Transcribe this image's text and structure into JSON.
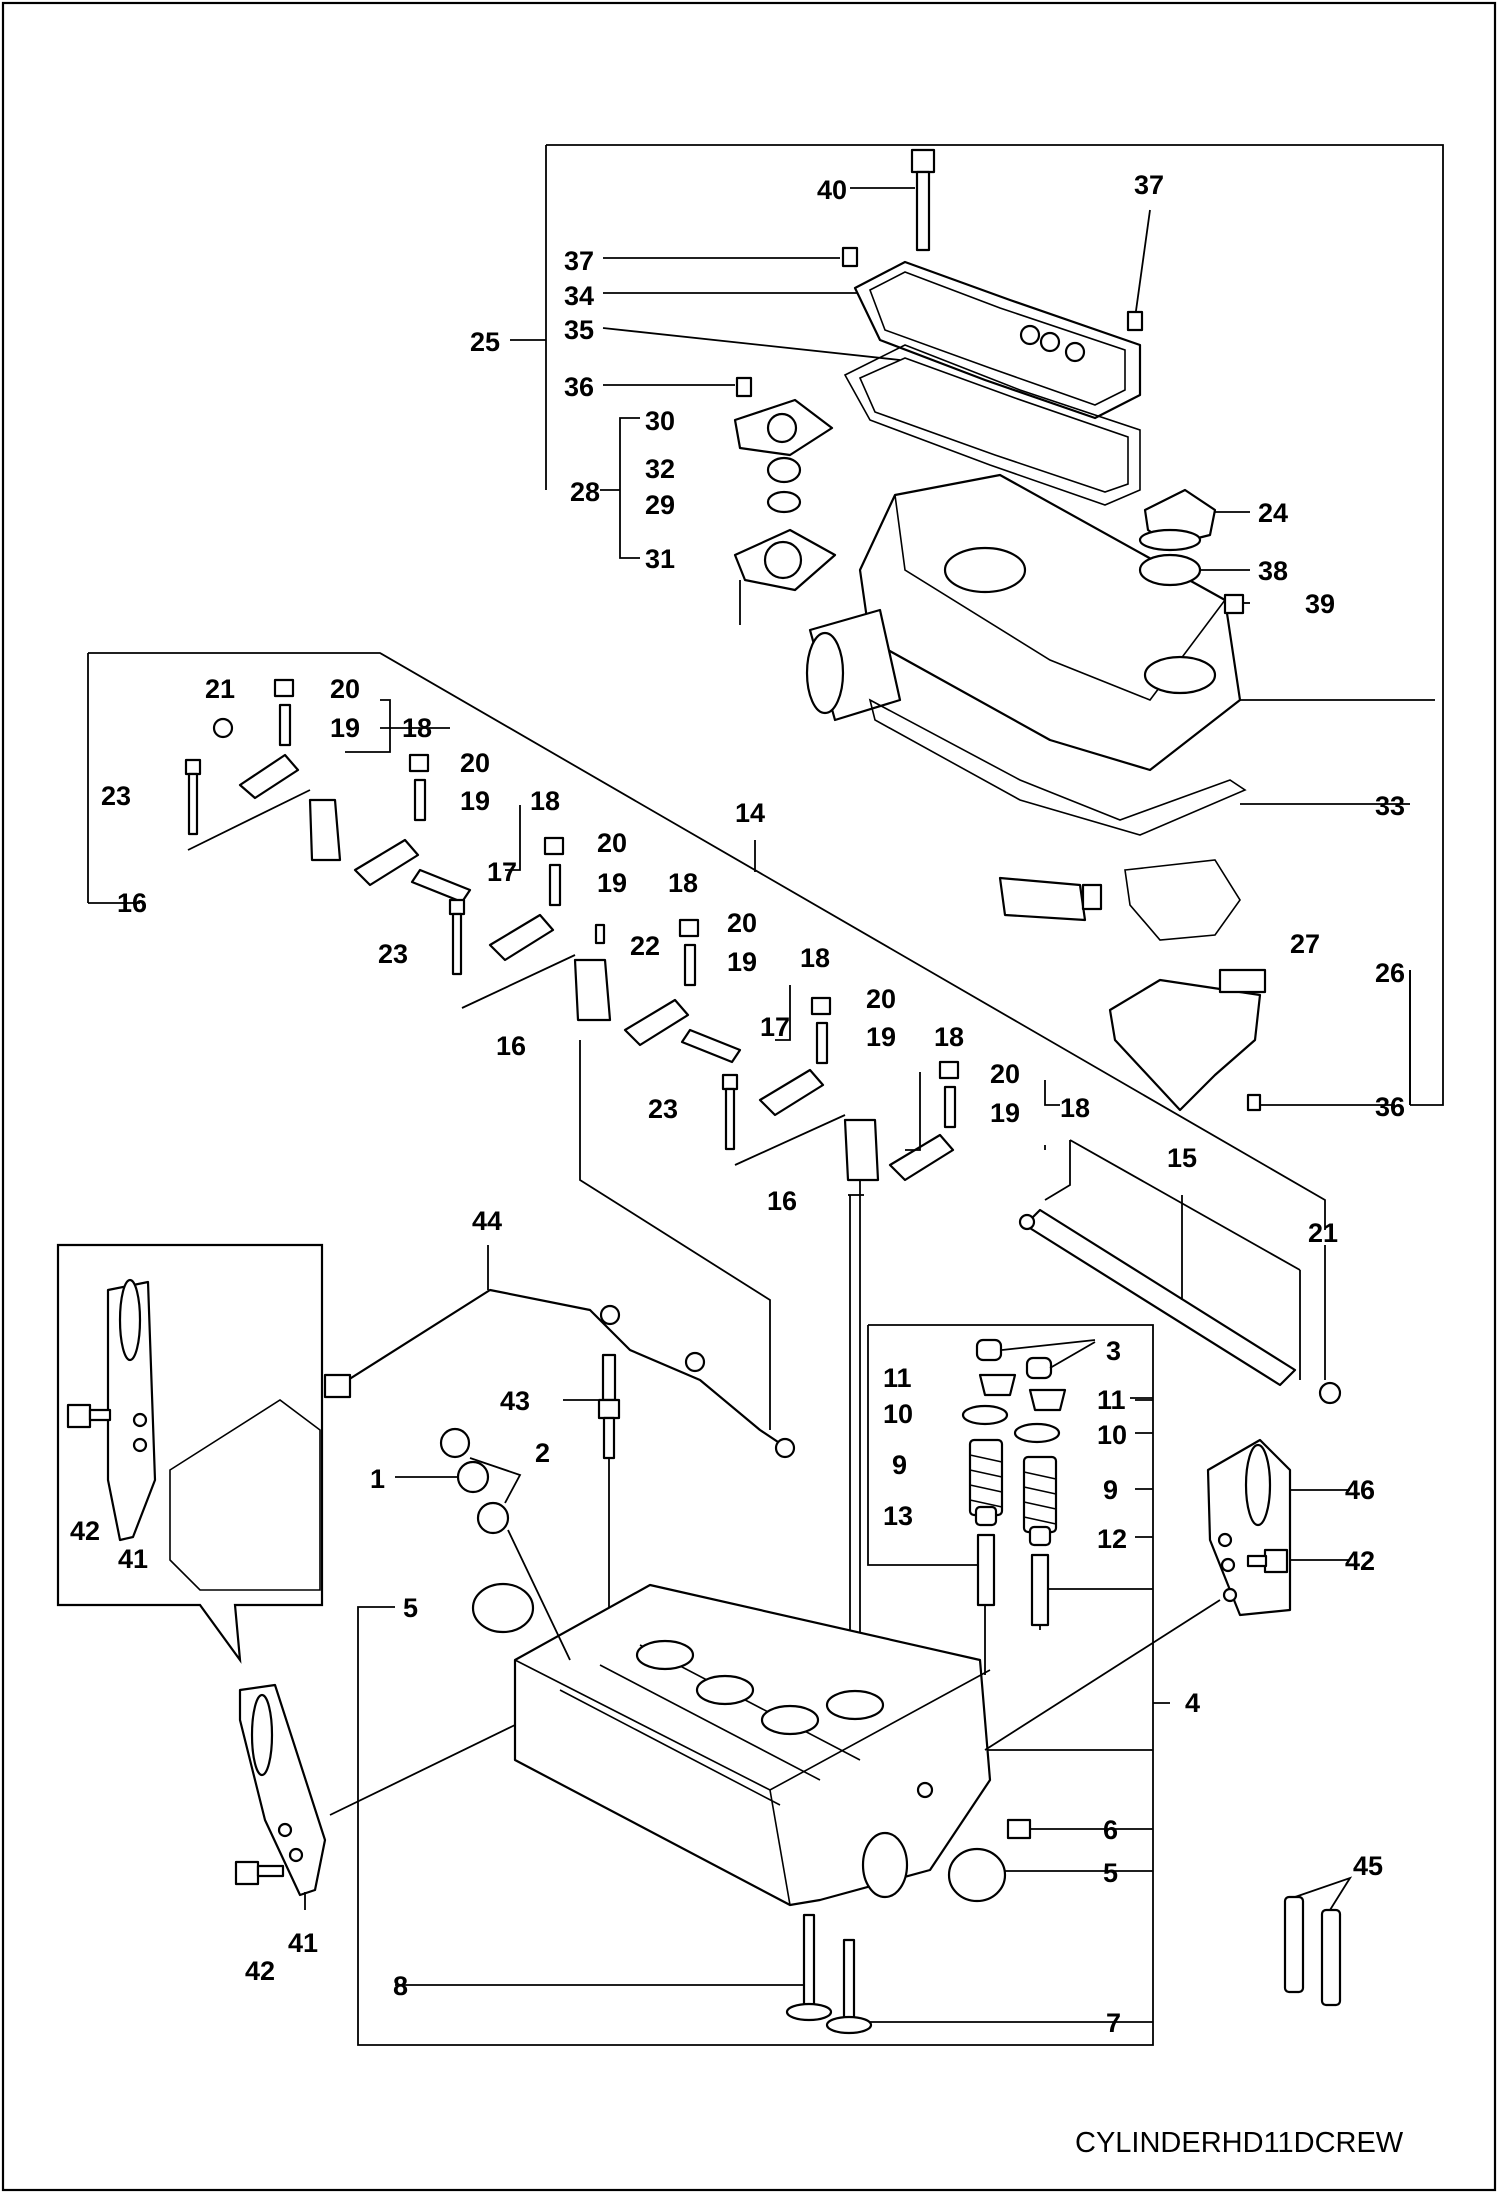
{
  "drawing_code": "CYLINDERHD11DCREW",
  "callouts": [
    {
      "id": "c40",
      "label": "40"
    },
    {
      "id": "c37a",
      "label": "37"
    },
    {
      "id": "c37b",
      "label": "37"
    },
    {
      "id": "c34",
      "label": "34"
    },
    {
      "id": "c25",
      "label": "25"
    },
    {
      "id": "c35",
      "label": "35"
    },
    {
      "id": "c36a",
      "label": "36"
    },
    {
      "id": "c30",
      "label": "30"
    },
    {
      "id": "c32",
      "label": "32"
    },
    {
      "id": "c28",
      "label": "28"
    },
    {
      "id": "c29",
      "label": "29"
    },
    {
      "id": "c31",
      "label": "31"
    },
    {
      "id": "c24",
      "label": "24"
    },
    {
      "id": "c38",
      "label": "38"
    },
    {
      "id": "c39",
      "label": "39"
    },
    {
      "id": "c21a",
      "label": "21"
    },
    {
      "id": "c20a",
      "label": "20"
    },
    {
      "id": "c19a",
      "label": "19"
    },
    {
      "id": "c18a",
      "label": "18"
    },
    {
      "id": "c23a",
      "label": "23"
    },
    {
      "id": "c20b",
      "label": "20"
    },
    {
      "id": "c19b",
      "label": "19"
    },
    {
      "id": "c18b",
      "label": "18"
    },
    {
      "id": "c14",
      "label": "14"
    },
    {
      "id": "c33",
      "label": "33"
    },
    {
      "id": "c16a",
      "label": "16"
    },
    {
      "id": "c17a",
      "label": "17"
    },
    {
      "id": "c20c",
      "label": "20"
    },
    {
      "id": "c19c",
      "label": "19"
    },
    {
      "id": "c18c",
      "label": "18"
    },
    {
      "id": "c27",
      "label": "27"
    },
    {
      "id": "c26",
      "label": "26"
    },
    {
      "id": "c23b",
      "label": "23"
    },
    {
      "id": "c22",
      "label": "22"
    },
    {
      "id": "c20d",
      "label": "20"
    },
    {
      "id": "c19d",
      "label": "19"
    },
    {
      "id": "c18d",
      "label": "18"
    },
    {
      "id": "c16b",
      "label": "16"
    },
    {
      "id": "c17b",
      "label": "17"
    },
    {
      "id": "c20e",
      "label": "20"
    },
    {
      "id": "c19e",
      "label": "19"
    },
    {
      "id": "c18e",
      "label": "18"
    },
    {
      "id": "c23c",
      "label": "23"
    },
    {
      "id": "c20f",
      "label": "20"
    },
    {
      "id": "c19f",
      "label": "19"
    },
    {
      "id": "c18f",
      "label": "18"
    },
    {
      "id": "c36b",
      "label": "36"
    },
    {
      "id": "c15",
      "label": "15"
    },
    {
      "id": "c16c",
      "label": "16"
    },
    {
      "id": "c21b",
      "label": "21"
    },
    {
      "id": "c44",
      "label": "44"
    },
    {
      "id": "c3",
      "label": "3"
    },
    {
      "id": "c11a",
      "label": "11"
    },
    {
      "id": "c11b",
      "label": "11"
    },
    {
      "id": "c10a",
      "label": "10"
    },
    {
      "id": "c10b",
      "label": "10"
    },
    {
      "id": "c43",
      "label": "43"
    },
    {
      "id": "c9a",
      "label": "9"
    },
    {
      "id": "c9b",
      "label": "9"
    },
    {
      "id": "c2",
      "label": "2"
    },
    {
      "id": "c1",
      "label": "1"
    },
    {
      "id": "c46",
      "label": "46"
    },
    {
      "id": "c13",
      "label": "13"
    },
    {
      "id": "c12",
      "label": "12"
    },
    {
      "id": "c42a",
      "label": "42"
    },
    {
      "id": "c41a",
      "label": "41"
    },
    {
      "id": "c42b",
      "label": "42"
    },
    {
      "id": "c5a",
      "label": "5"
    },
    {
      "id": "c4",
      "label": "4"
    },
    {
      "id": "c6",
      "label": "6"
    },
    {
      "id": "c5b",
      "label": "5"
    },
    {
      "id": "c45",
      "label": "45"
    },
    {
      "id": "c41b",
      "label": "41"
    },
    {
      "id": "c42c",
      "label": "42"
    },
    {
      "id": "c8",
      "label": "8"
    },
    {
      "id": "c7",
      "label": "7"
    }
  ]
}
